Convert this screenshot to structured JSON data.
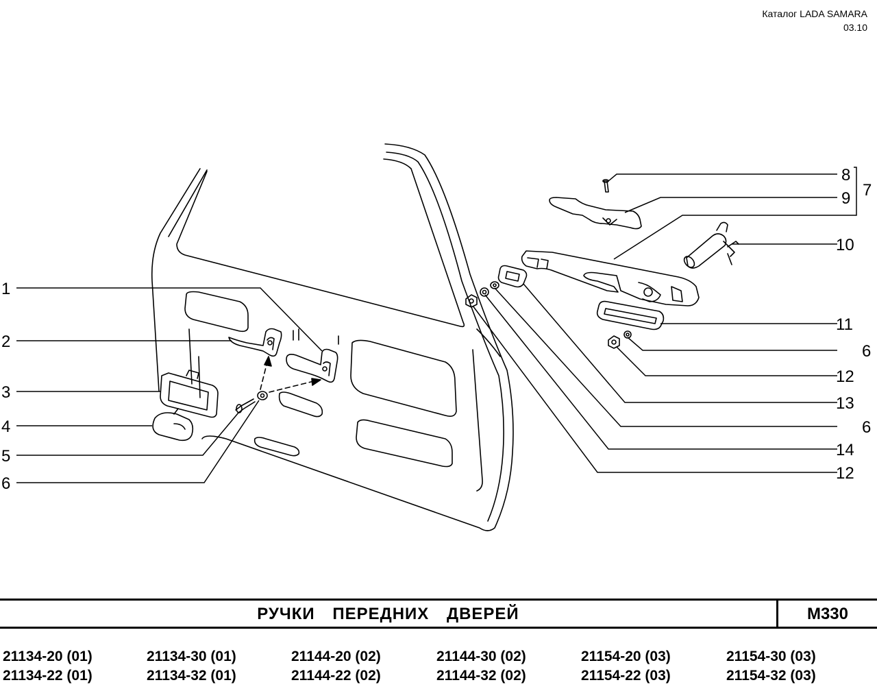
{
  "header": {
    "catalog": "Каталог  LADA SAMARA",
    "date": "03.10"
  },
  "callouts": {
    "left": [
      "1",
      "2",
      "3",
      "4",
      "5",
      "6"
    ],
    "right": [
      "8",
      "9",
      "7",
      "10",
      "11",
      "6",
      "12",
      "13",
      "6",
      "14",
      "12"
    ]
  },
  "footer": {
    "title": "РУЧКИ ПЕРЕДНИХ ДВЕРЕЙ",
    "code": "М330"
  },
  "models": [
    [
      "21134-20 (01)",
      "21134-22 (01)"
    ],
    [
      "21134-30 (01)",
      "21134-32 (01)"
    ],
    [
      "21144-20 (02)",
      "21144-22 (02)"
    ],
    [
      "21144-30 (02)",
      "21144-32 (02)"
    ],
    [
      "21154-20 (03)",
      "21154-22 (03)"
    ],
    [
      "21154-30 (03)",
      "21154-32 (03)"
    ]
  ]
}
